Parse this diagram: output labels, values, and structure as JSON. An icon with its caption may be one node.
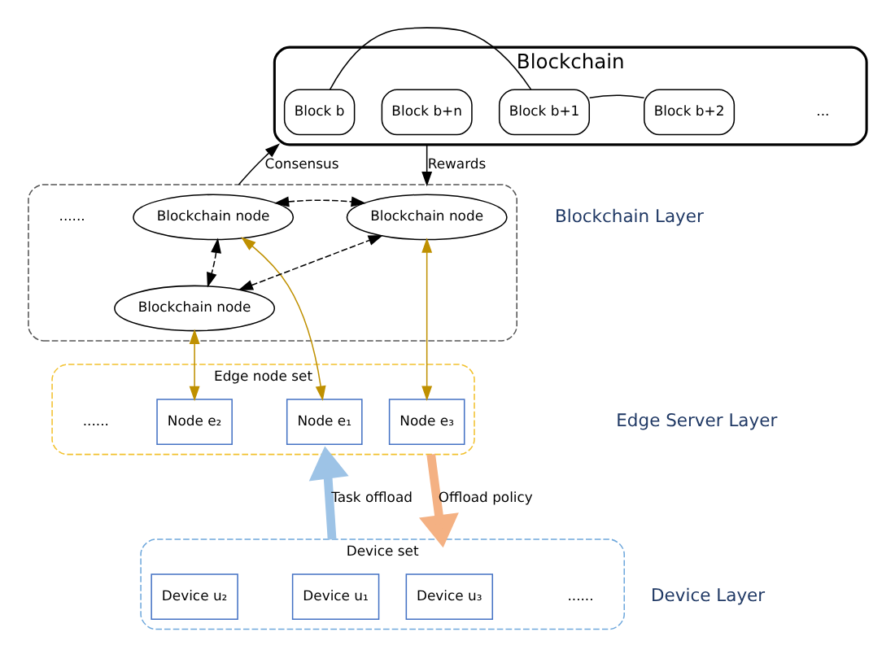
{
  "diagram": {
    "nodes": [
      {
        "text": [
          "Blockchain"
        ]
      },
      {
        "text": [
          "Block b"
        ],
        "in": 0
      },
      {
        "text": [
          "Block b+1"
        ],
        "in": 0
      },
      {
        "text": [
          "Block b+2"
        ],
        "in": 0
      },
      {
        "text": [
          "Block b+n"
        ],
        "in": 0
      },
      {
        "text": [],
        "shape": "ellipse"
      },
      {
        "text": [
          "Blockchain node"
        ],
        "in": 5
      },
      {
        "text": [
          "Blockchain node"
        ],
        "in": 5
      },
      {
        "text": [
          "Blockchain node"
        ],
        "in": 5
      },
      {
        "text": [
          "Edge node set"
        ]
      },
      {
        "text": [
          "Node e₁"
        ],
        "in": 9
      },
      {
        "text": [
          "Node e₂"
        ],
        "in": 9
      },
      {
        "text": [
          "Node e₃"
        ],
        "in": 9
      },
      {
        "text": [
          "Device set"
        ]
      },
      {
        "text": [
          "Device u₁"
        ],
        "in": 13
      },
      {
        "text": [
          "Device u₂"
        ],
        "in": 13
      },
      {
        "text": [
          "Device u₃"
        ],
        "in": 13
      }
    ],
    "edges": [
      {
        "from": 1,
        "to": 2,
        "arrow": "none"
      },
      {
        "from": 2,
        "to": 3,
        "arrow": "none"
      },
      {
        "from": 5,
        "to": 0,
        "arrow": "to",
        "label": "Consensus"
      },
      {
        "from": 0,
        "to": 5,
        "arrow": "to",
        "label": "Rewards"
      },
      {
        "from": 6,
        "to": 8,
        "arrow": "both",
        "style": "dashed"
      },
      {
        "from": 6,
        "to": 7,
        "arrow": "both",
        "style": "dashed"
      },
      {
        "from": 7,
        "to": 8,
        "arrow": "both",
        "style": "dashed"
      },
      {
        "from": 6,
        "to": 10,
        "arrow": "both",
        "color": "#bf9000"
      },
      {
        "from": 7,
        "to": 11,
        "arrow": "both",
        "color": "#bf9000"
      },
      {
        "from": 8,
        "to": 12,
        "arrow": "both",
        "color": "#bf9000"
      },
      {
        "from": 13,
        "to": 9,
        "arrow": "to",
        "label": "Task offload",
        "style": "thick",
        "color": "#9dc3e6"
      },
      {
        "from": 9,
        "to": 13,
        "arrow": "to",
        "label": "Offload policy",
        "style": "thick",
        "color": "#f4b183"
      }
    ],
    "labels": [
      "Blockchain Layer",
      "...",
      "......",
      "Edge Server Layer",
      "......",
      "Device Layer",
      "......"
    ]
  }
}
